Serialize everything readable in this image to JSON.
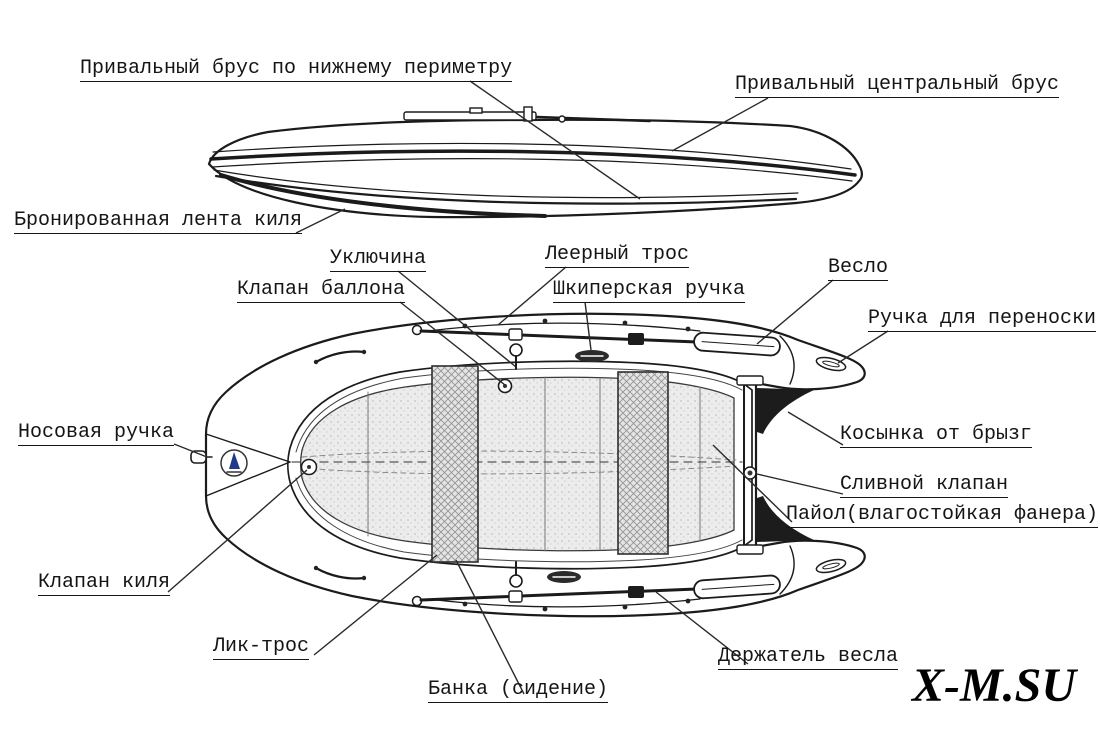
{
  "diagram": {
    "labels": {
      "privalny_nizhny": "Привальный брус по нижнему периметру",
      "privalny_central": "Привальный центральный брус",
      "bronirovannaya_lenta": "Бронированная лента киля",
      "uklyuchina": "Уключина",
      "leernyi_tros": "Леерный трос",
      "klapan_ballona": "Клапан баллона",
      "shkiperskaya_ruchka": "Шкиперская ручка",
      "veslo": "Весло",
      "ruchka_dlya_perenoski": "Ручка для переноски",
      "nosovaya_ruchka": "Носовая ручка",
      "kosynka_ot_bryzg": "Косынка от брызг",
      "slivnoy_klapan": "Сливной клапан",
      "payol": "Пайол(влагостойкая фанера)",
      "klapan_kilya": "Клапан киля",
      "lik_tros": "Лик-трос",
      "derzhatel_vesla": "Держатель весла",
      "banka_sidenie": "Банка (сидение)"
    },
    "watermark": "X-M.SU",
    "colors": {
      "ink": "#1b1b1b",
      "floor_fill": "#ececec",
      "accent_dark": "#1c1c1c",
      "logo_blue": "#1e3a8a"
    }
  }
}
